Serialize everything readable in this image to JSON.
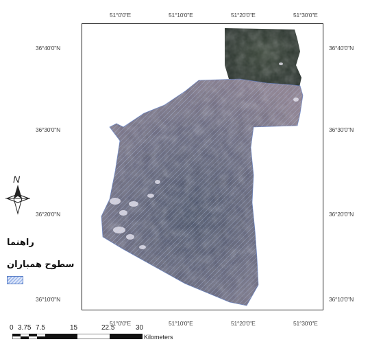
{
  "longitude_ticks": [
    "51°0'0\"E",
    "51°10'0\"E",
    "51°20'0\"E",
    "51°30'0\"E"
  ],
  "latitude_ticks": [
    "36°40'0\"N",
    "36°30'0\"N",
    "36°20'0\"N",
    "36°10'0\"N"
  ],
  "legend": {
    "title": "راهنما",
    "item_label": "سطوح همباران",
    "item_color": "#9fb8ea"
  },
  "north_arrow": {
    "label": "N"
  },
  "scale_bar": {
    "ticks": [
      "0",
      "3.75",
      "7.5",
      "15",
      "22.5",
      "30"
    ],
    "unit": "Kilometers"
  },
  "colors": {
    "frame": "#222222",
    "terrain_low": "#7a6f86",
    "terrain_dark": "#3f4a5e",
    "water_dark": "#27332d",
    "hatch": "#b6c8ee"
  }
}
